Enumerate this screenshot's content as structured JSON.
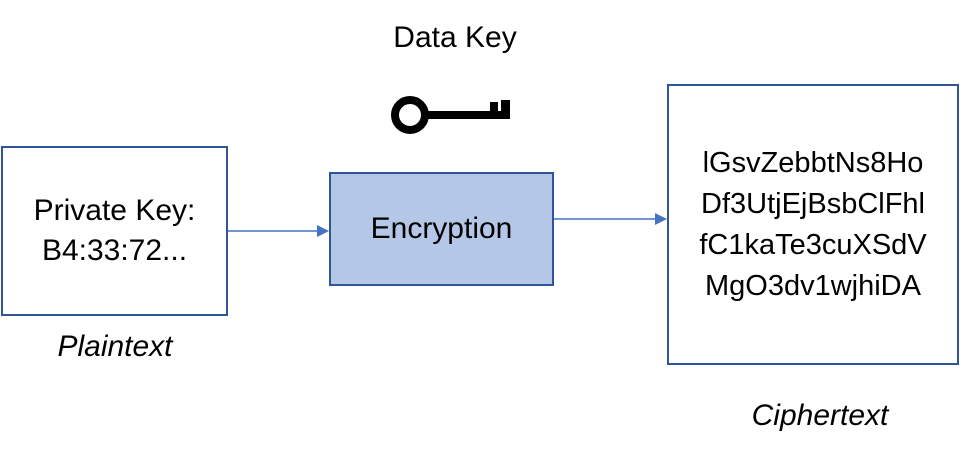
{
  "diagram": {
    "key_label": "Data Key",
    "key_icon": "key-icon",
    "plaintext_box": {
      "line1": "Private Key:",
      "line2": "B4:33:72..."
    },
    "plaintext_caption": "Plaintext",
    "encryption_label": "Encryption",
    "ciphertext_lines": [
      "lGsvZebbtNs8Ho",
      "Df3UtjEjBsbClFhl",
      "fC1kaTe3cuXSdV",
      "MgO3dv1wjhiDA"
    ],
    "ciphertext_caption": "Ciphertext",
    "colors": {
      "box_border": "#2f5597",
      "encryption_fill": "#b4c7e7",
      "arrow": "#4472c4"
    }
  }
}
